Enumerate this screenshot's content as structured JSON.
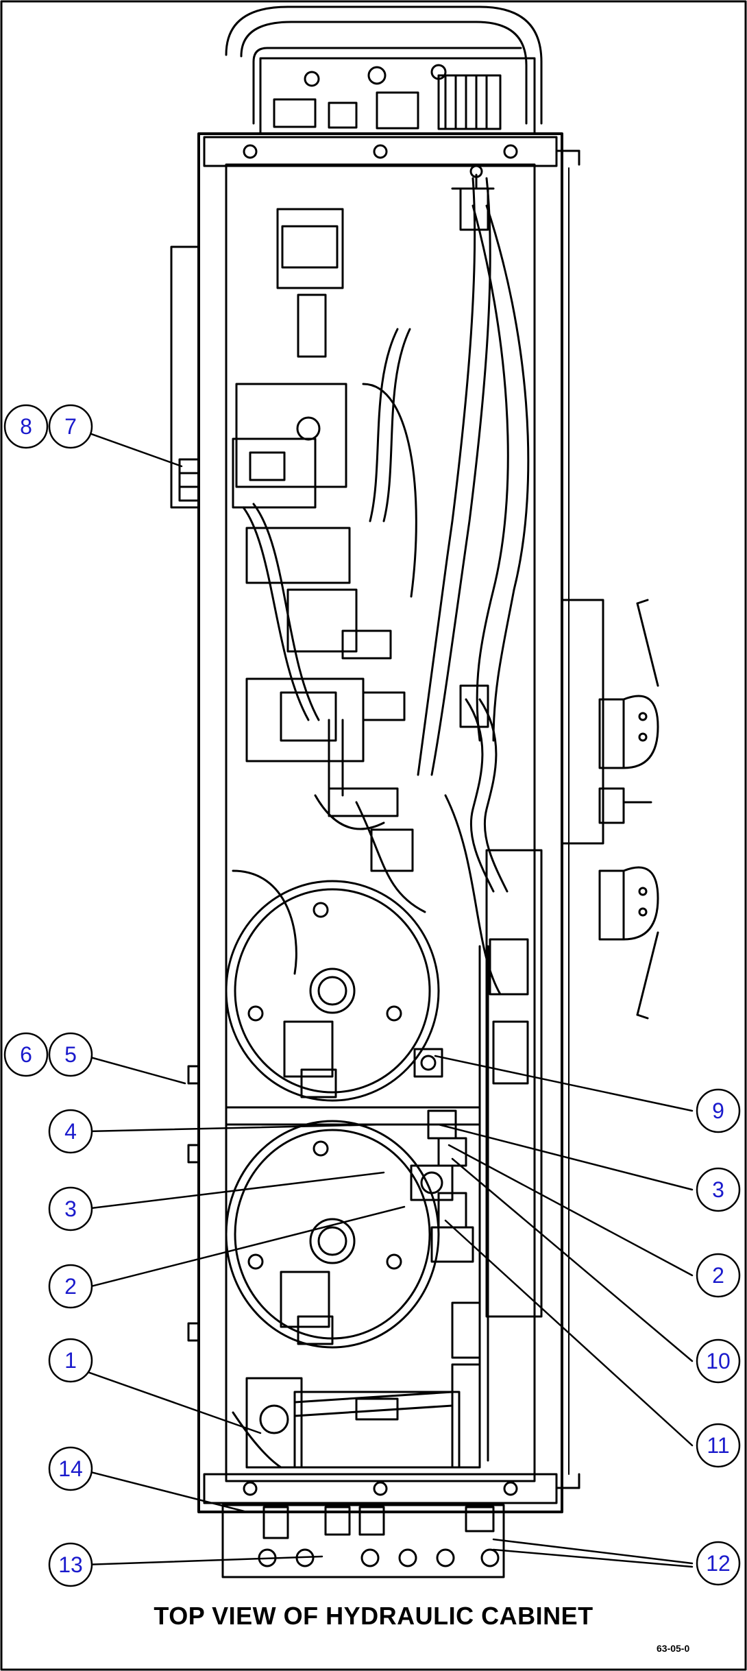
{
  "caption": "TOP VIEW OF HYDRAULIC CABINET",
  "drawing_code": "63-05-0",
  "callout_color": "#1a1acc",
  "callouts": [
    "8",
    "7",
    "6",
    "5",
    "4",
    "3",
    "2",
    "1",
    "14",
    "13",
    "9",
    "3",
    "2",
    "10",
    "11",
    "12"
  ]
}
